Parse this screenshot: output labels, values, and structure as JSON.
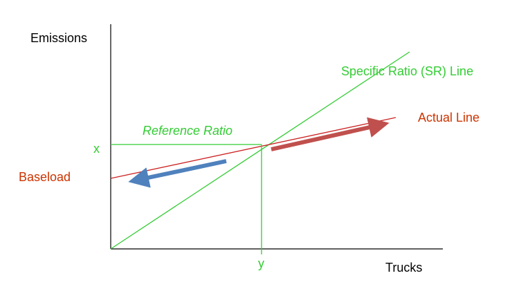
{
  "diagram": {
    "y_axis_label": "Emissions",
    "x_axis_label": "Trucks",
    "sr_line_label": "Specific Ratio (SR) Line",
    "actual_line_label": "Actual Line",
    "reference_ratio_label": "Reference Ratio",
    "baseload_label": "Baseload",
    "x_marker": "x",
    "y_marker": "y"
  },
  "colors": {
    "axis": "#000000",
    "sr_line": "#33cc33",
    "reference_text": "#33cc33",
    "actual_line": "#cc2222",
    "actual_text": "#cc3300",
    "arrow_up": "#c0504d",
    "arrow_down": "#4f81bd"
  }
}
